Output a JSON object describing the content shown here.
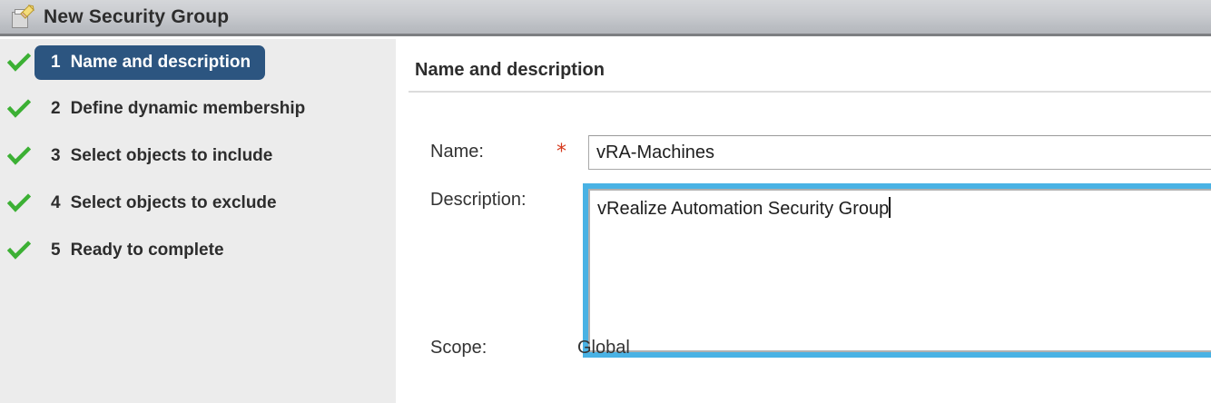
{
  "window": {
    "title": "New Security Group",
    "icon": "new-security-group-icon"
  },
  "wizard": {
    "steps": [
      {
        "num": "1",
        "label": "Name and description",
        "state": "active",
        "check": "green-check-icon"
      },
      {
        "num": "2",
        "label": "Define dynamic membership",
        "state": "complete",
        "check": "green-check-icon"
      },
      {
        "num": "3",
        "label": "Select objects to include",
        "state": "complete",
        "check": "green-check-icon"
      },
      {
        "num": "4",
        "label": "Select objects to exclude",
        "state": "complete",
        "check": "green-check-icon"
      },
      {
        "num": "5",
        "label": "Ready to complete",
        "state": "complete",
        "check": "green-check-icon"
      }
    ]
  },
  "panel": {
    "heading": "Name and description",
    "name_label": "Name:",
    "name_required_marker": "*",
    "name_value": "vRA-Machines",
    "name_placeholder": "",
    "description_label": "Description:",
    "description_value": "vRealize Automation Security Group",
    "description_placeholder": "",
    "scope_label": "Scope:",
    "scope_value": "Global"
  },
  "colors": {
    "active_step": "#2c5580",
    "check_green": "#3cb034",
    "required_red": "#d6391c",
    "focus_blue": "#49b2e4",
    "sidebar_bg": "#ececec",
    "titlebar_top": "#d4d6d9",
    "titlebar_bottom": "#b4b7bc"
  }
}
